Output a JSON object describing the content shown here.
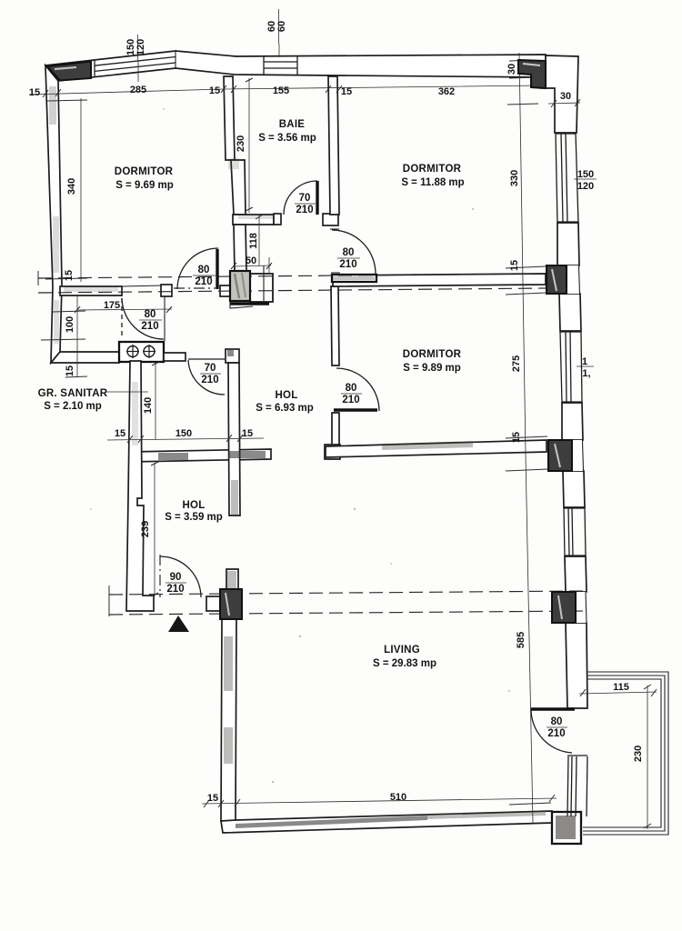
{
  "drawing": {
    "type": "apartment floor plan (scanned)",
    "rooms": [
      {
        "name": "DORMITOR",
        "area": "S = 9.69 mp"
      },
      {
        "name": "BAIE",
        "area": "S = 3.56 mp"
      },
      {
        "name": "DORMITOR",
        "area": "S = 11.88 mp"
      },
      {
        "name": "DORMITOR",
        "area": "S = 9.89 mp"
      },
      {
        "name": "HOL",
        "area": "S = 6.93 mp"
      },
      {
        "name": "GR. SANITAR",
        "area": "S = 2.10 mp"
      },
      {
        "name": "HOL",
        "area": "S = 3.59 mp"
      },
      {
        "name": "LIVING",
        "area": "S = 29.83 mp"
      }
    ],
    "doors": [
      {
        "width": "80",
        "height": "210"
      },
      {
        "width": "80",
        "height": "210"
      },
      {
        "width": "70",
        "height": "210"
      },
      {
        "width": "80",
        "height": "210"
      },
      {
        "width": "80",
        "height": "210"
      },
      {
        "width": "70",
        "height": "210"
      },
      {
        "width": "90",
        "height": "210"
      },
      {
        "width": "80",
        "height": "210"
      }
    ],
    "windows": [
      {
        "width": "150",
        "height": "120"
      },
      {
        "width": "60",
        "height": "60"
      },
      {
        "width": "150",
        "height": "120"
      },
      {
        "width": "1",
        "height": "1,"
      }
    ],
    "dimensions": {
      "top": [
        "15",
        "285",
        "15",
        "155",
        "15",
        "362"
      ],
      "top_right_rot": "30",
      "top_right": "30",
      "left": [
        "340",
        "15",
        "100",
        "15"
      ],
      "baie_depth": "230",
      "vestibule": [
        "118",
        "50"
      ],
      "gr_sanitar_width": "175",
      "right": [
        "330",
        "15",
        "275",
        "15",
        "585"
      ],
      "corridor": [
        "15",
        "150",
        "15",
        "140",
        "239"
      ],
      "bottom": [
        "15",
        "510"
      ],
      "balcony": [
        "115",
        "230"
      ]
    }
  }
}
